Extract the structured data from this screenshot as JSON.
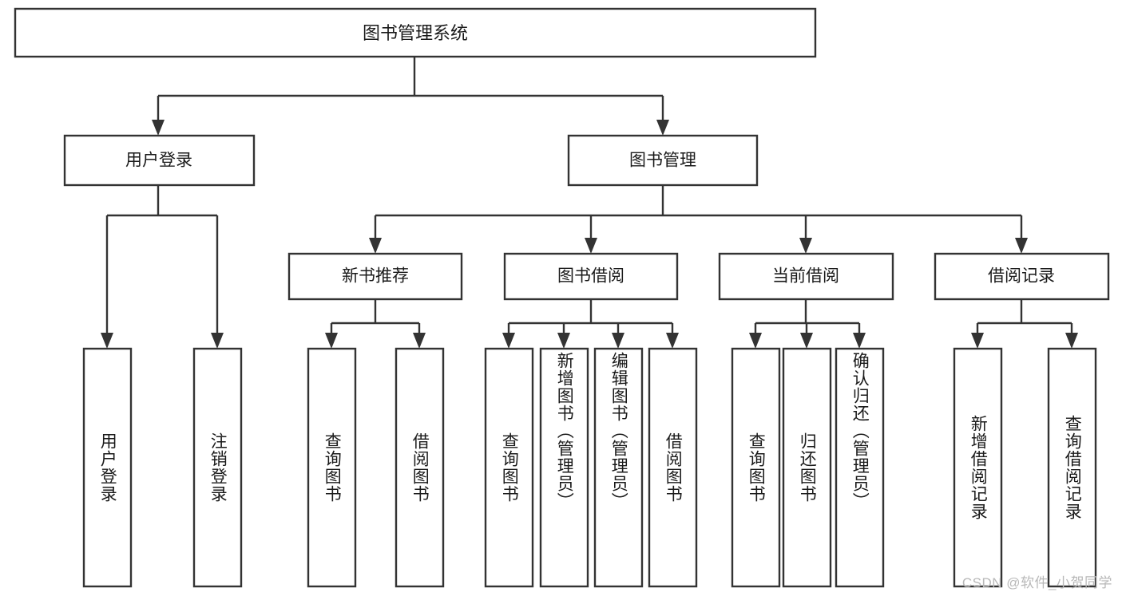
{
  "diagram": {
    "type": "hierarchy-tree",
    "title_text": "图书管理系统",
    "watermark": "CSDN @软件_小贺同学",
    "colors": {
      "stroke": "#333333",
      "fill": "#ffffff",
      "text": "#1a1a1a",
      "watermark": "#b8b8b8"
    },
    "root": {
      "label": "图书管理系统"
    },
    "level1": [
      {
        "label": "用户登录"
      },
      {
        "label": "图书管理"
      }
    ],
    "level2": [
      {
        "label": "新书推荐"
      },
      {
        "label": "图书借阅"
      },
      {
        "label": "当前借阅"
      },
      {
        "label": "借阅记录"
      }
    ],
    "leaves": {
      "user_login": [
        {
          "label": "用户登录"
        },
        {
          "label": "注销登录"
        }
      ],
      "new_book_recommend": [
        {
          "label": "查询图书"
        },
        {
          "label": "借阅图书"
        }
      ],
      "book_borrow": [
        {
          "label": "查询图书"
        },
        {
          "label": "新增图书（管理员）"
        },
        {
          "label": "编辑图书（管理员）"
        },
        {
          "label": "借阅图书"
        }
      ],
      "current_borrow": [
        {
          "label": "查询图书"
        },
        {
          "label": "归还图书"
        },
        {
          "label": "确认归还（管理员）"
        }
      ],
      "borrow_record": [
        {
          "label": "新增借阅记录"
        },
        {
          "label": "查询借阅记录"
        }
      ]
    }
  }
}
